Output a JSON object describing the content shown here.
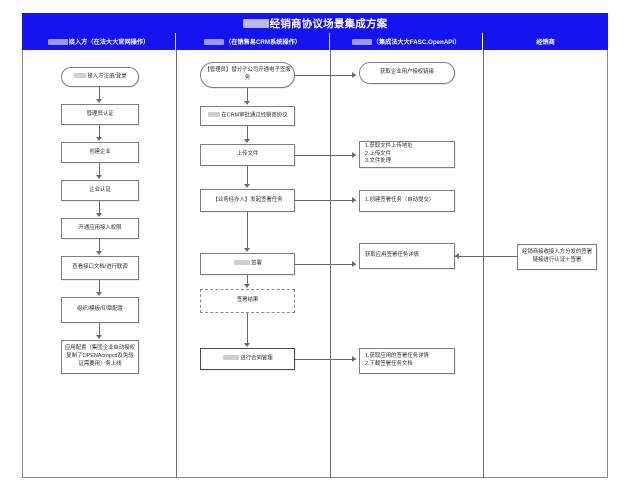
{
  "document": {
    "title_prefix_redacted": true,
    "title": "经销商协议场景集成方案",
    "background": "#ffffff",
    "header_color": "#1414f0",
    "header_text_color": "#ffffff",
    "node_border_color": "#7f7f7f",
    "connector_color": "#6a6a6a"
  },
  "columns": [
    {
      "id": "col-access-party",
      "label": "接入方（在法大大官网操作）",
      "redacted_prefix": true
    },
    {
      "id": "col-crm",
      "label": "（在销售易CRM系统操作）",
      "redacted_prefix": true
    },
    {
      "id": "col-openapi",
      "label": "（集成法大大FASC.OpenAPI）",
      "redacted_prefix": true
    },
    {
      "id": "col-dealer",
      "label": "经销商",
      "redacted_prefix": false
    }
  ],
  "lane1_nodes": [
    {
      "id": "n1-1",
      "shape": "terminator",
      "text": "接入方注册/登录",
      "redacted_prefix": true
    },
    {
      "id": "n1-2",
      "shape": "process",
      "text": "管理员认证"
    },
    {
      "id": "n1-3",
      "shape": "process",
      "text": "创建企业"
    },
    {
      "id": "n1-4",
      "shape": "process",
      "text": "企业认证"
    },
    {
      "id": "n1-5",
      "shape": "process",
      "text": "开通应用接入权限"
    },
    {
      "id": "n1-6",
      "shape": "process",
      "text": "查看接口文档/进行联调"
    },
    {
      "id": "n1-7",
      "shape": "process",
      "text": "组织/模板/印章配置"
    },
    {
      "id": "n1-8",
      "shape": "process",
      "text": "应用配置（集团企业自动授权复制了OPENAcropcd及免验证需要用）务上线",
      "redacted_inline": true
    }
  ],
  "lane2_nodes": [
    {
      "id": "n2-1",
      "shape": "terminator",
      "text": "【管理员】替分子公司开通电子签服务",
      "redacted_inline": true
    },
    {
      "id": "n2-2",
      "shape": "process",
      "text": "在CRM审批通过经销商协议",
      "redacted_inline": true
    },
    {
      "id": "n2-3",
      "shape": "process",
      "text": "上传文件"
    },
    {
      "id": "n2-4",
      "shape": "process",
      "text": "【业务经办人】发起签署任务"
    },
    {
      "id": "n2-5",
      "shape": "process",
      "text": "签署",
      "redacted_prefix": true
    },
    {
      "id": "n2-6",
      "shape": "dashed",
      "text": "签署结果"
    },
    {
      "id": "n2-7",
      "shape": "thick",
      "text": "进行合同管理",
      "redacted_prefix": true
    }
  ],
  "lane3_nodes": [
    {
      "id": "n3-1",
      "shape": "terminator",
      "text": "获取企业用户授权链接"
    },
    {
      "id": "n3-2",
      "shape": "process-left",
      "lines": [
        "1.获取文件上传地址",
        "2.上传文件",
        "3.文件处理"
      ]
    },
    {
      "id": "n3-3",
      "shape": "process-left",
      "lines": [
        "1.创建签署任务（自动提交）"
      ]
    },
    {
      "id": "n3-4",
      "shape": "process-left",
      "lines": [
        "获取应用签署任务详情"
      ]
    },
    {
      "id": "n3-5",
      "shape": "process-left",
      "lines": [
        "1.获取应用的签署任务详情",
        "2.下载签署任务文档"
      ]
    }
  ],
  "lane4_nodes": [
    {
      "id": "n4-1",
      "shape": "process",
      "text": "经销商接收接入方分发的签署链接进行认证＋签署",
      "redacted_inline": true
    }
  ]
}
